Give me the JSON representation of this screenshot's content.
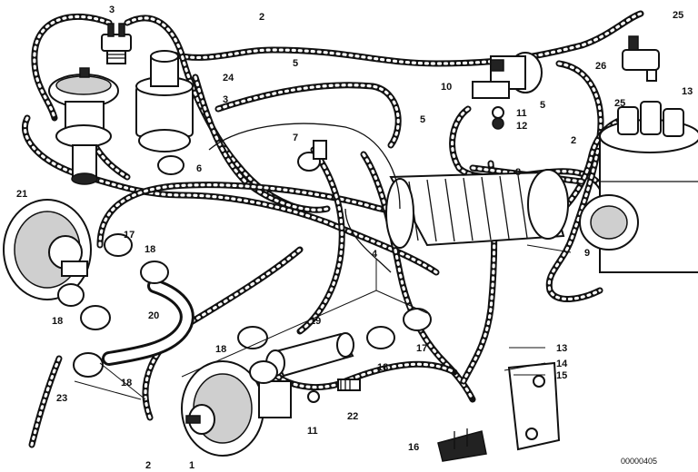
{
  "callouts": [
    "1",
    "2",
    "3",
    "4",
    "5",
    "6",
    "7",
    "8",
    "9",
    "10",
    "11",
    "12",
    "13",
    "14",
    "15",
    "16",
    "17",
    "18",
    "19",
    "20",
    "21",
    "22",
    "23",
    "24",
    "25",
    "26"
  ],
  "labels": {
    "c3a": "3",
    "c2a": "2",
    "c25a": "25",
    "c24": "24",
    "c5a": "5",
    "c26": "26",
    "c3b": "3",
    "c10": "10",
    "c13a": "13",
    "c11a": "11",
    "c12": "12",
    "c25b": "25",
    "c5b": "5",
    "c5c": "5",
    "c7": "7",
    "c2b": "2",
    "c6": "6",
    "c8": "8",
    "c21": "21",
    "c9": "9",
    "c17a": "17",
    "c18a": "18",
    "c4": "4",
    "c20": "20",
    "c18b": "18",
    "c19": "19",
    "c17b": "17",
    "c18c": "18",
    "c18d": "18",
    "c18e": "18",
    "c13b": "13",
    "c14": "14",
    "c15": "15",
    "c11b": "11",
    "c22": "22",
    "c23": "23",
    "c2c": "2",
    "c1": "1",
    "c16": "16"
  },
  "drawing_code": "00000405"
}
